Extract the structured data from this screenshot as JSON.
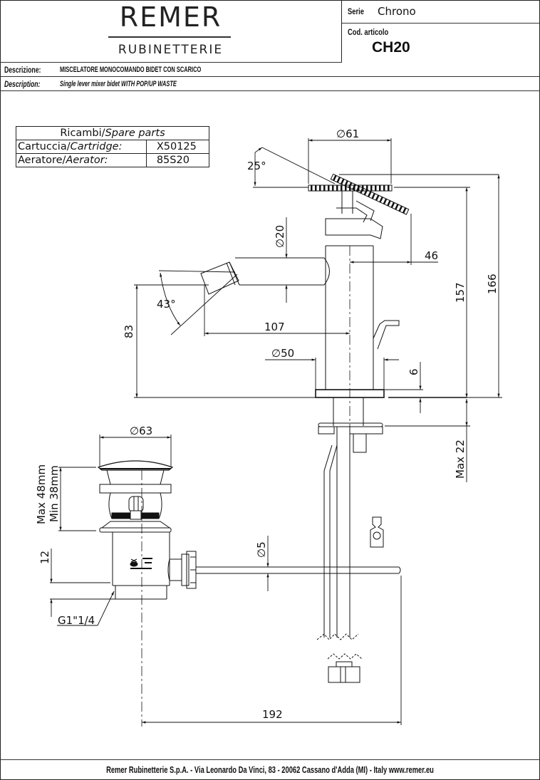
{
  "header": {
    "brand": "REMER",
    "brand_sub": "RUBINETTERIE",
    "serie_label": "Serie",
    "serie_value": "Chrono",
    "code_label": "Cod. articolo",
    "code_value": "CH20"
  },
  "description": {
    "it_label": "Descrizione:",
    "it_value": "MISCELATORE MONOCOMANDO BIDET CON SCARICO",
    "en_label": "Description:",
    "en_value": "Single lever mixer  bidet  WITH POP/UP WASTE"
  },
  "spare_parts": {
    "title_it": "Ricambi/",
    "title_en": "Spare parts",
    "rows": [
      {
        "label_it": "Cartuccia/",
        "label_en": "Cartridge:",
        "code": "X50125"
      },
      {
        "label_it": "Aeratore/",
        "label_en": "Aerator:",
        "code": "85S20"
      }
    ]
  },
  "dimensions": {
    "handle_diameter": "∅61",
    "handle_angle": "25°",
    "spout_diameter": "∅20",
    "spout_offset": "46",
    "aerator_angle": "43°",
    "spout_height": "83",
    "spout_reach": "107",
    "base_diameter": "∅50",
    "base_thickness": "6",
    "height_to_spout_top": "157",
    "total_height": "166",
    "max_deck_thickness": "Max 22",
    "waste_diameter": "∅63",
    "waste_max": "Max 48mm",
    "waste_min": "Min 38mm",
    "waste_thread_len": "12",
    "waste_thread": "G1\"1/4",
    "rod_diameter": "∅5",
    "rod_length": "192"
  },
  "footer": {
    "text": "Remer Rubinetterie S.p.A. - Via Leonardo Da Vinci, 83 - 20062 Cassano d'Adda (MI) - Italy www.remer.eu"
  }
}
